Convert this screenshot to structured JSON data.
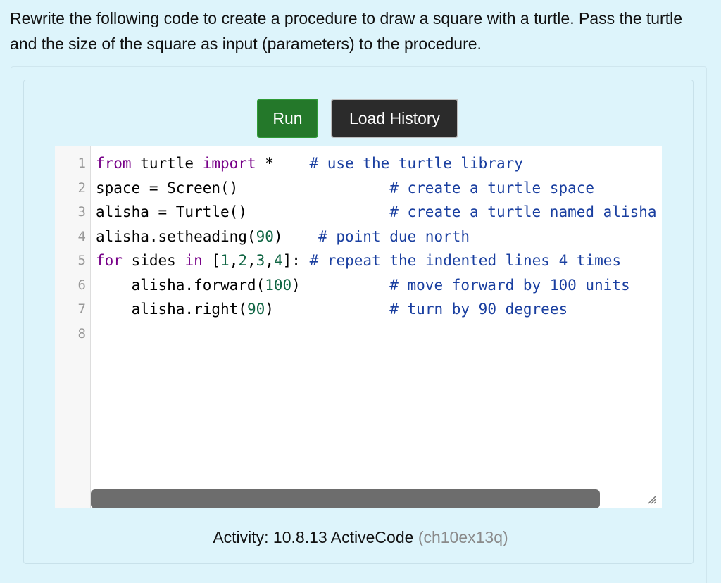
{
  "instructions": "Rewrite the following code to create a procedure to draw a square with a turtle. Pass the turtle and the size of the square as input (parameters) to the procedure.",
  "toolbar": {
    "run_label": "Run",
    "history_label": "Load History"
  },
  "editor": {
    "line_numbers": [
      "1",
      "2",
      "3",
      "4",
      "5",
      "6",
      "7",
      "8"
    ],
    "lines": [
      [
        {
          "t": "from",
          "c": "kw"
        },
        {
          "t": " turtle ",
          "c": ""
        },
        {
          "t": "import",
          "c": "kw"
        },
        {
          "t": " *    ",
          "c": ""
        },
        {
          "t": "# use the turtle library",
          "c": "cm"
        }
      ],
      [
        {
          "t": "space = Screen()                 ",
          "c": ""
        },
        {
          "t": "# create a turtle space",
          "c": "cm"
        }
      ],
      [
        {
          "t": "alisha = Turtle()                ",
          "c": ""
        },
        {
          "t": "# create a turtle named alisha",
          "c": "cm"
        }
      ],
      [
        {
          "t": "alisha.setheading(",
          "c": ""
        },
        {
          "t": "90",
          "c": "num"
        },
        {
          "t": ")    ",
          "c": ""
        },
        {
          "t": "# point due north",
          "c": "cm"
        }
      ],
      [
        {
          "t": "for",
          "c": "kw"
        },
        {
          "t": " sides ",
          "c": ""
        },
        {
          "t": "in",
          "c": "kw"
        },
        {
          "t": " [",
          "c": ""
        },
        {
          "t": "1",
          "c": "num"
        },
        {
          "t": ",",
          "c": ""
        },
        {
          "t": "2",
          "c": "num"
        },
        {
          "t": ",",
          "c": ""
        },
        {
          "t": "3",
          "c": "num"
        },
        {
          "t": ",",
          "c": ""
        },
        {
          "t": "4",
          "c": "num"
        },
        {
          "t": "]: ",
          "c": ""
        },
        {
          "t": "# repeat the indented lines 4 times",
          "c": "cm"
        }
      ],
      [
        {
          "t": "    alisha.forward(",
          "c": ""
        },
        {
          "t": "100",
          "c": "num"
        },
        {
          "t": ")          ",
          "c": ""
        },
        {
          "t": "# move forward by 100 units",
          "c": "cm"
        }
      ],
      [
        {
          "t": "    alisha.right(",
          "c": ""
        },
        {
          "t": "90",
          "c": "num"
        },
        {
          "t": ")             ",
          "c": ""
        },
        {
          "t": "# turn by 90 degrees",
          "c": "cm"
        }
      ],
      []
    ]
  },
  "caption": {
    "label": "Activity: 10.8.13 ActiveCode",
    "id": "(ch10ex13q)"
  }
}
